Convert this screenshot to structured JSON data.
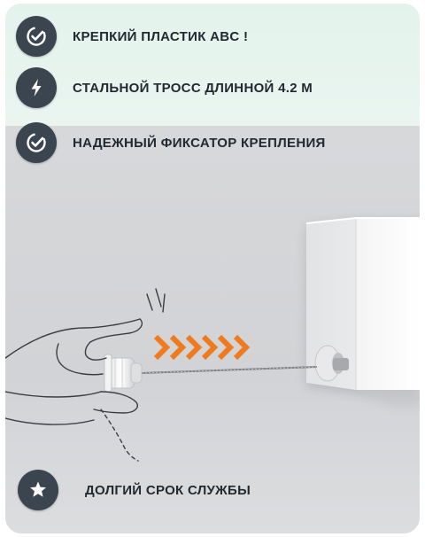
{
  "features": [
    {
      "icon": "check-circle-icon",
      "text": "КРЕПКИЙ ПЛАСТИК ABC !"
    },
    {
      "icon": "lightning-icon",
      "text": "СТАЛЬНОЙ ТРОСС ДЛИННОЙ 4.2 М"
    },
    {
      "icon": "check-circle-icon",
      "text": "НАДЕЖНЫЙ ФИКСАТОР КРЕПЛЕНИЯ"
    },
    {
      "icon": "star-icon",
      "text": "ДОЛГИЙ СРОК СЛУЖБЫ"
    }
  ],
  "colors": {
    "badge": "#3b4550",
    "arrows": "#f07a1e",
    "top_band": "#e6f4ee",
    "scene_bg": "#d4d5d8"
  }
}
